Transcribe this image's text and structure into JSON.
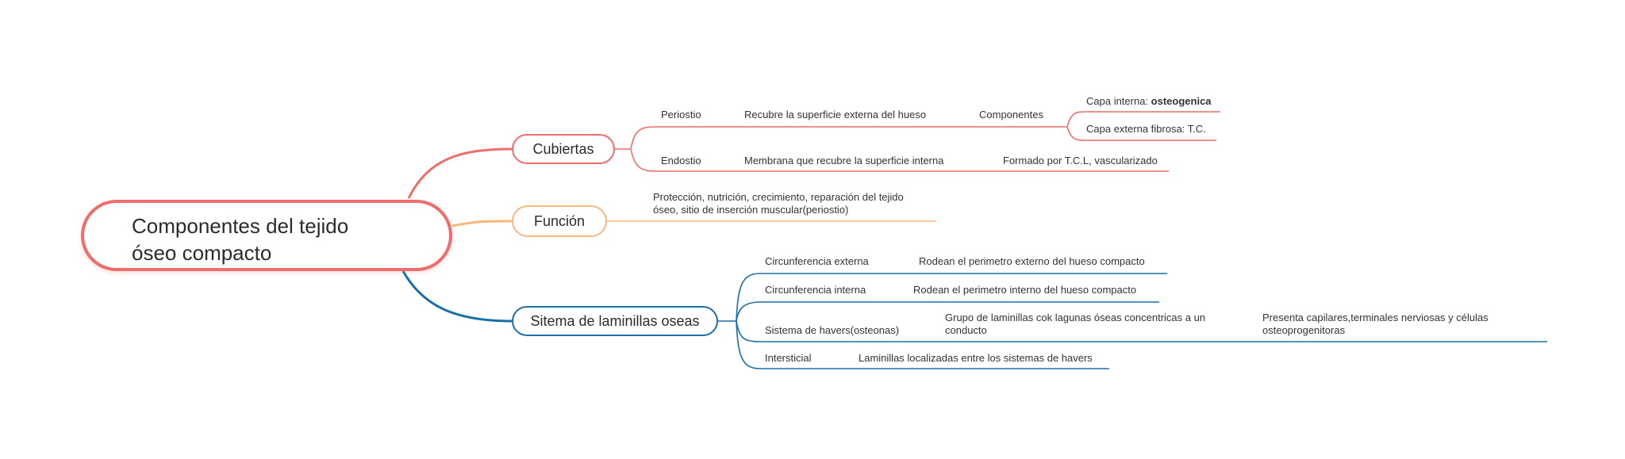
{
  "root": {
    "title": "Componentes del tejido óseo compacto"
  },
  "colors": {
    "red": "#ee6e6a",
    "orange": "#f6b87e",
    "blue": "#1a6fa8"
  },
  "branches": {
    "cubiertas": {
      "label": "Cubiertas",
      "periostio": {
        "label": "Periostio",
        "desc": "Recubre la superficie externa  del hueso",
        "componentes": "Componentes",
        "capa_interna_prefix": "Capa interna: ",
        "capa_interna_value": "osteogenica",
        "capa_externa": "Capa externa fibrosa: T.C."
      },
      "endostio": {
        "label": "Endostio",
        "desc": "Membrana que recubre la superficie interna",
        "formado": "Formado por T.C.L, vascularizado"
      }
    },
    "funcion": {
      "label": "Función",
      "desc": "Protección, nutrición, crecimiento, reparación del tejido óseo, sitio de inserción muscular(periostio)"
    },
    "laminillas": {
      "label": "Sitema de laminillas oseas",
      "circ_externa": {
        "label": "Circunferencia externa",
        "desc": "Rodean el perimetro externo del hueso compacto"
      },
      "circ_interna": {
        "label": "Circunferencia interna",
        "desc": "Rodean el perimetro interno del hueso compacto"
      },
      "havers": {
        "label": "Sistema de havers(osteonas)",
        "desc": "Grupo de laminillas cok lagunas óseas concentricas a un conducto",
        "detail": "Presenta capilares,terminales nerviosas y células osteoprogenitoras"
      },
      "intersticial": {
        "label": "Intersticial",
        "desc": "Laminillas localizadas entre los sistemas de havers"
      }
    }
  }
}
